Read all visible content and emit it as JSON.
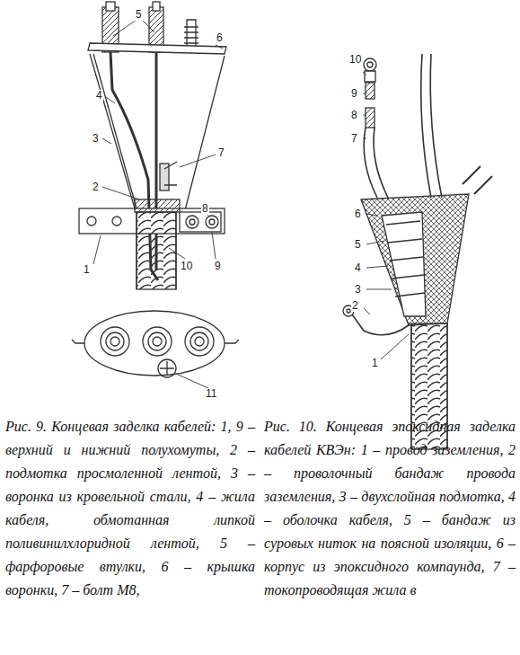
{
  "diagram": {
    "labels": [
      "5",
      "6",
      "4",
      "3",
      "7",
      "2",
      "8",
      "1",
      "10",
      "9",
      "11",
      "10",
      "9",
      "8",
      "7",
      "6",
      "5",
      "4",
      "3",
      "2",
      "1",
      "Рис. 9. Концевая заделка кабелей: 1, 9 – верхний и нижний полухомуты, 2 – подмотка просмоленной лентой, 3 – воронка из кровельной стали, 4 – жила кабеля, обмотанная липкой поливинилхлоридной лентой, 5 – фарфоровые втулки, 6 – крышка воронки, 7 – болт М8,",
      "Рис. 10. Концевая эпоксидная заделка кабелей КВЭн: 1 – провод заземления, 2 – проволочный бандаж провода заземления, 3 – двухслойная подмотка, 4 – оболочка кабеля, 5 – бандаж из суровых ниток на поясной изоляции, 6 – корпус из эпоксидного компаунда, 7 – токопроводящая жила в"
    ]
  }
}
